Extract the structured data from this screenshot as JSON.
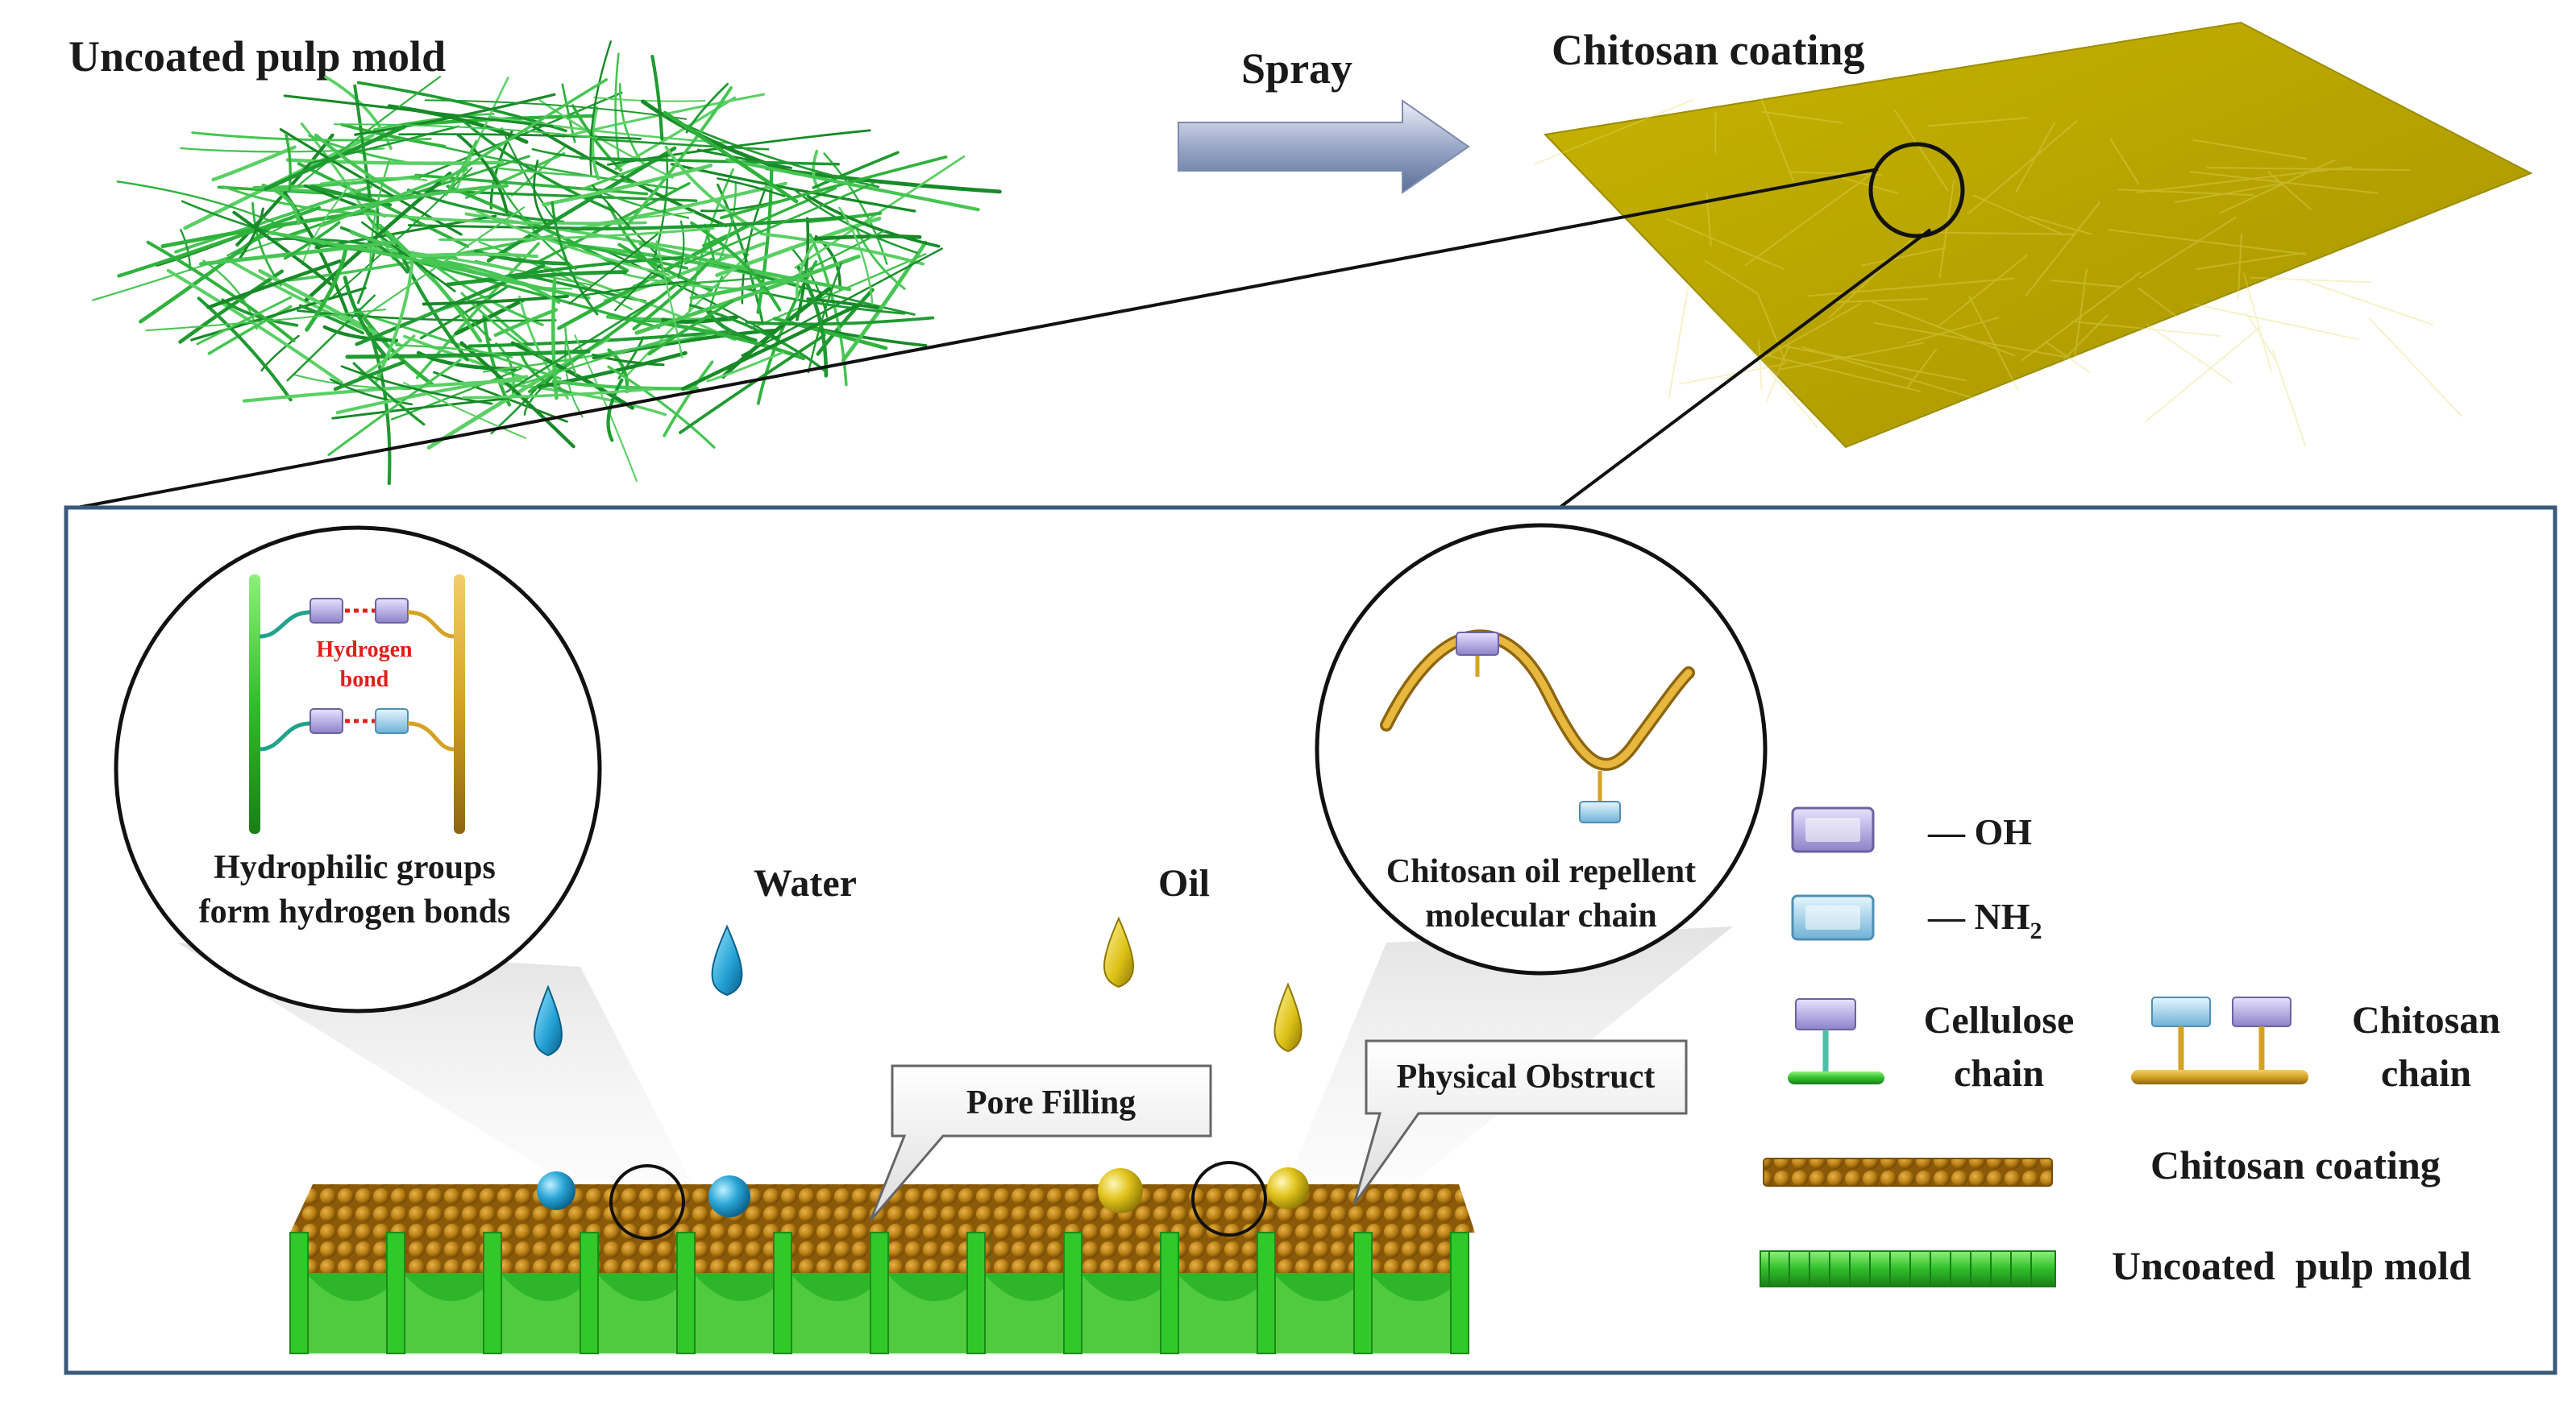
{
  "top": {
    "uncoated_title": "Uncoated pulp mold",
    "spray_label": "Spray",
    "coated_title": "Chitosan coating"
  },
  "circles": {
    "left": {
      "bond_line1": "Hydrogen",
      "bond_line2": "bond",
      "caption_line1": "Hydrophilic groups",
      "caption_line2": "form hydrogen bonds"
    },
    "right": {
      "caption_line1": "Chitosan oil repellent",
      "caption_line2": "molecular chain"
    }
  },
  "droplets": {
    "water_label": "Water",
    "oil_label": "Oil"
  },
  "callouts": {
    "pore_filling": "Pore Filling",
    "physical_obstruct": "Physical Obstruct"
  },
  "legend": {
    "oh_label": "— OH",
    "nh2_label": "— NH",
    "nh2_sub": "2",
    "cellulose_line1": "Cellulose",
    "cellulose_line2": "chain",
    "chitosan_line1": "Chitosan",
    "chitosan_line2": "chain",
    "coating_label": "Chitosan coating",
    "uncoated_label": "Uncoated  pulp mold"
  },
  "colors": {
    "fiber_green": "#2ea83a",
    "chitosan_gold": "#c9a21a",
    "coating_sheet": "#b5a400",
    "water_blue": "#2aa6d6",
    "oil_yellow": "#e0c21a",
    "frame_blue": "#3a5a7a",
    "hydrogen_red": "#e0201a"
  }
}
